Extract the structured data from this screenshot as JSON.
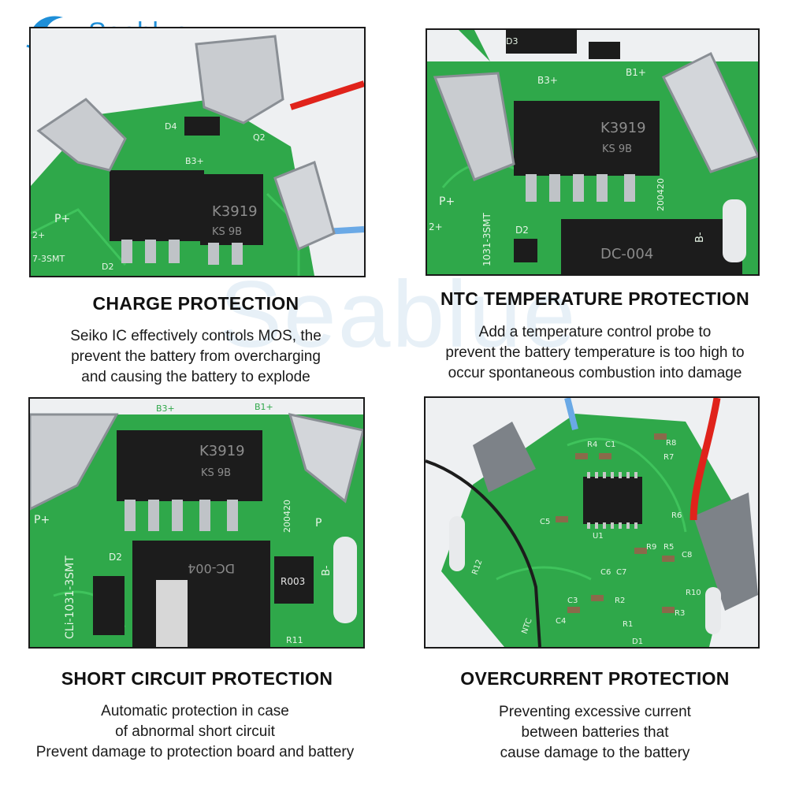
{
  "brand": {
    "name": "Seablue",
    "watermark": "Seablue",
    "color": "#1f8fd8"
  },
  "panels": [
    {
      "title": "CHARGE PROTECTION",
      "lines": [
        "Seiko IC effectively controls MOS, the",
        "prevent the battery from overcharging",
        "and causing the battery to explode"
      ],
      "photo_labels": [
        "K3919",
        "KS 9B",
        "B3+",
        "Q2",
        "D4",
        "P+",
        "D2",
        "7-3SMT",
        "2+"
      ]
    },
    {
      "title": "NTC TEMPERATURE PROTECTION",
      "lines": [
        "Add a temperature control probe to",
        "prevent the battery temperature is too high to",
        "occur spontaneous combustion into damage"
      ],
      "photo_labels": [
        "K3919",
        "KS 9B",
        "B3+",
        "B1+",
        "D3",
        "P+",
        "D2",
        "2+",
        "1031-3SMT",
        "200420",
        "B-",
        "DC-004"
      ]
    },
    {
      "title": "SHORT CIRCUIT PROTECTION",
      "lines": [
        "Automatic protection in case",
        "of abnormal short circuit",
        "Prevent damage to protection board and battery"
      ],
      "photo_labels": [
        "K3919",
        "KS 9B",
        "B3+",
        "B1+",
        "P+",
        "D2",
        "CLi-1031-3SMT",
        "200420",
        "DC-004",
        "R003",
        "B-",
        "R11",
        "P"
      ]
    },
    {
      "title": "OVERCURRENT PROTECTION",
      "lines": [
        "Preventing excessive current",
        "between batteries that",
        "cause damage to the battery"
      ],
      "photo_labels": [
        "R4",
        "C1",
        "R8",
        "R7",
        "C5",
        "U1",
        "R6",
        "R9",
        "R5",
        "C8",
        "C6",
        "C7",
        "R12",
        "R10",
        "R2",
        "C3",
        "R3",
        "C4",
        "NTC",
        "R1",
        "D1"
      ]
    }
  ],
  "colors": {
    "pcb": "#2fa84a",
    "pcb_dark": "#1f7a35",
    "mosfet": "#1c1c1c",
    "metal": "#c9ccd0",
    "wire_red": "#e0231b",
    "wire_blue": "#6aa9e6"
  }
}
